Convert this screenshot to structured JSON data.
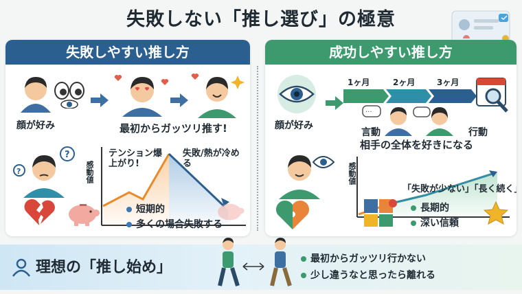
{
  "title": "失敗しない「推し選び」の極意",
  "left": {
    "header": "失敗しやすい推し方",
    "caption_face": "顔が好み",
    "caption_rush": "最初からガッツリ推す!",
    "chart_ylabel": "感動値",
    "note_up": "テンション爆上がり!",
    "note_down": "失敗/熱が冷める",
    "bullets": [
      "短期的",
      "多くの場合失敗する"
    ],
    "bullet_color": "#3b78b5"
  },
  "right": {
    "header": "成功しやすい推し方",
    "caption_face": "顔が好み",
    "months": [
      "1ヶ月",
      "2ヶ月",
      "3ヶ月"
    ],
    "word_speech": "言動",
    "word_action": "行動",
    "caption_whole": "相手の全体を好きになる",
    "chart_ylabel": "感動値",
    "chart_note": "「失敗が少ない」「長く続く」",
    "bullets": [
      "長期的",
      "深い信頼"
    ],
    "bullet_color": "#3c9a6e"
  },
  "bottom": {
    "ideal_label": "理想の「推し始め」",
    "bullets": [
      "最初からガッツリ行かない",
      "少し違うなと思ったら離れる"
    ],
    "bullet_color": "#3c9a6e"
  }
}
